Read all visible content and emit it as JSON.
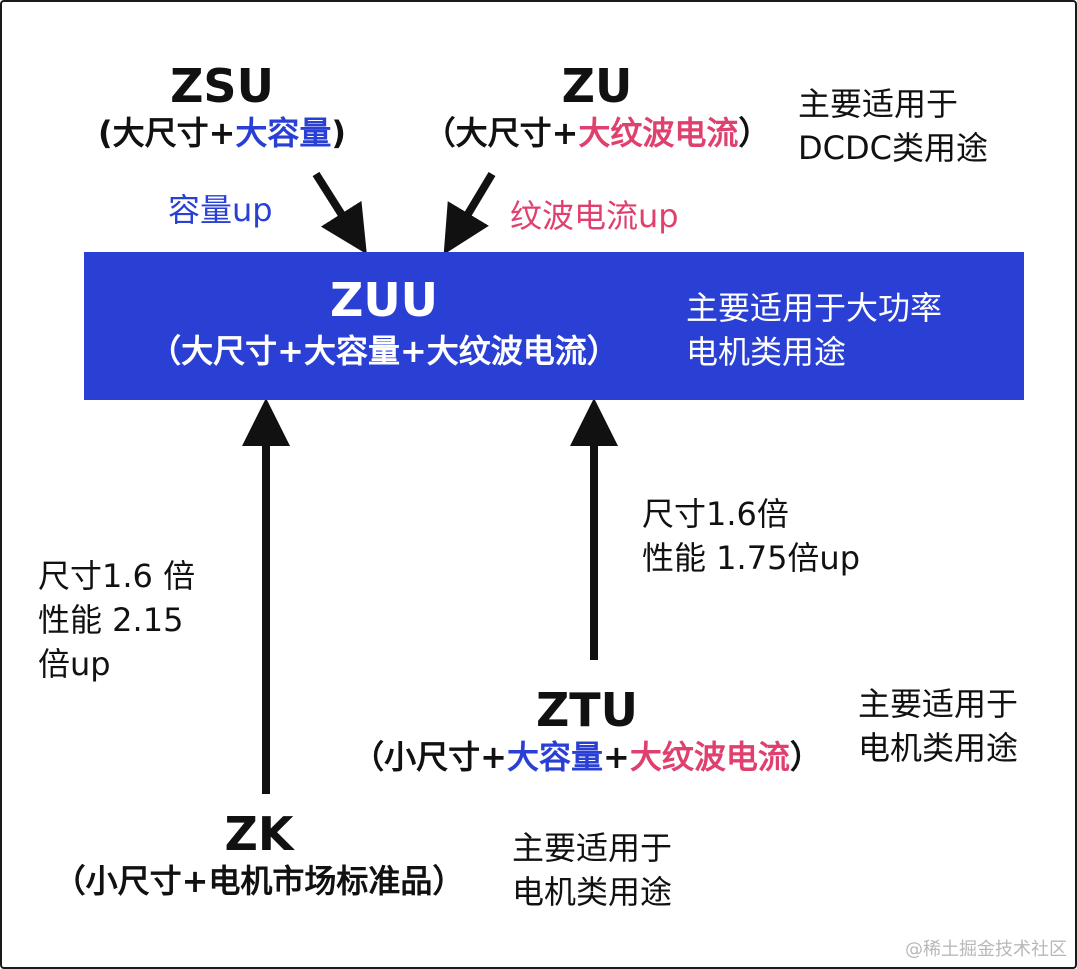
{
  "zsu": {
    "code": "ZSU",
    "open": "(大尺寸+",
    "highlight": "大容量",
    "close": ")"
  },
  "zu": {
    "code": "ZU",
    "open": "（大尺寸+",
    "highlight": "大纹波电流",
    "close": "）"
  },
  "zu_note": [
    "主要适用于",
    "DCDC类用途"
  ],
  "zsu_arrow_label": "容量up",
  "zu_arrow_label": "纹波电流up",
  "zuu": {
    "code": "ZUU",
    "desc": "（大尺寸+大容量+大纹波电流）",
    "note": [
      "主要适用于大功率",
      "电机类用途"
    ]
  },
  "zk_arrow_label": [
    "尺寸1.6 倍",
    "性能 2.15",
    "倍up"
  ],
  "ztu_arrow_label": [
    "尺寸1.6倍",
    "性能 1.75倍up"
  ],
  "ztu": {
    "code": "ZTU",
    "open": "（小尺寸+",
    "hl_blue": "大容量",
    "plus": "+",
    "hl_pink": "大纹波电流",
    "close": "）"
  },
  "ztu_note": [
    "主要适用于",
    "电机类用途"
  ],
  "zk": {
    "code": "ZK",
    "desc": "（小尺寸+电机市场标准品）"
  },
  "zk_note": [
    "主要适用于",
    "电机类用途"
  ],
  "watermark": "@稀土掘金技术社区",
  "colors": {
    "accent_blue": "#2a3fd4",
    "accent_pink": "#e0406e",
    "text": "#111111",
    "box_text": "#ffffff"
  }
}
